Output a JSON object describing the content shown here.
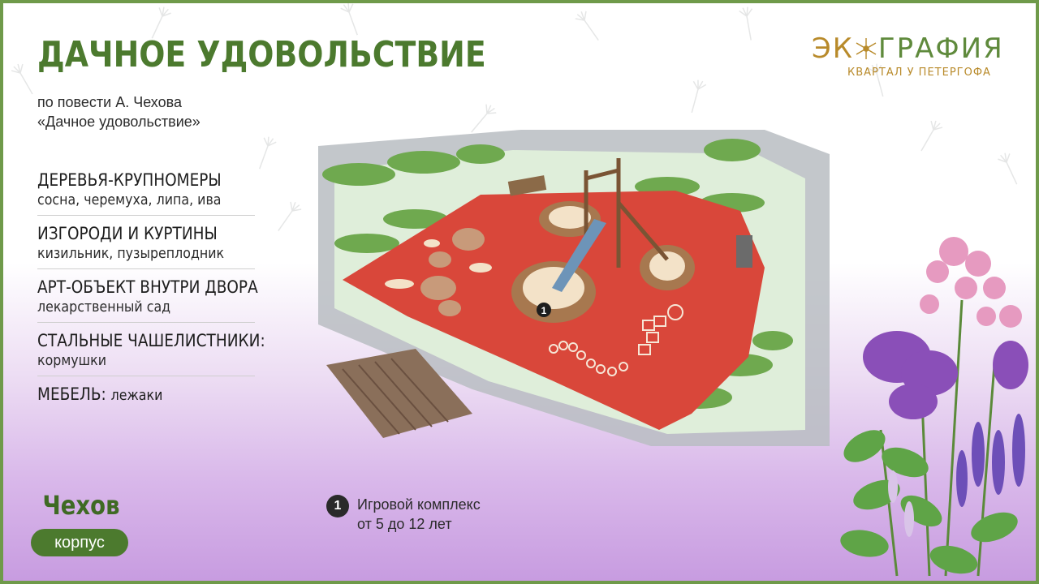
{
  "title": "ДАЧНОЕ УДОВОЛЬСТВИЕ",
  "subtitle": {
    "line1": "по повести А. Чехова",
    "line2": "«Дачное удовольствие»"
  },
  "features": [
    {
      "heading": "ДЕРЕВЬЯ-КРУПНОМЕРЫ",
      "detail": "сосна, черемуха, липа, ива"
    },
    {
      "heading": "ИЗГОРОДИ И КУРТИНЫ",
      "detail": "кизильник, пузыреплодник"
    },
    {
      "heading": "АРТ-ОБЪЕКТ ВНУТРИ ДВОРА",
      "detail": "лекарственный сад"
    },
    {
      "heading": "СТАЛЬНЫЕ ЧАШЕЛИСТНИКИ:",
      "detail": "кормушки"
    },
    {
      "heading": "МЕБЕЛЬ:",
      "detail": "лежаки"
    }
  ],
  "building": {
    "name": "Чехов",
    "tag": "корпус"
  },
  "logo": {
    "prefix": "ЭК",
    "suffix": "ГРАФИЯ",
    "tagline": "КВАРТАЛ У ПЕТЕРГОФА"
  },
  "plan": {
    "marker": "1"
  },
  "legend": {
    "number": "1",
    "line1": "Игровой комплекс",
    "line2": "от 5 до 12 лет"
  },
  "colors": {
    "brand_green": "#4c7a2e",
    "frame_green": "#6f9a4a",
    "gold": "#b88a2a",
    "rubber_red": "#d9473a",
    "lavender": "#c79be0"
  }
}
